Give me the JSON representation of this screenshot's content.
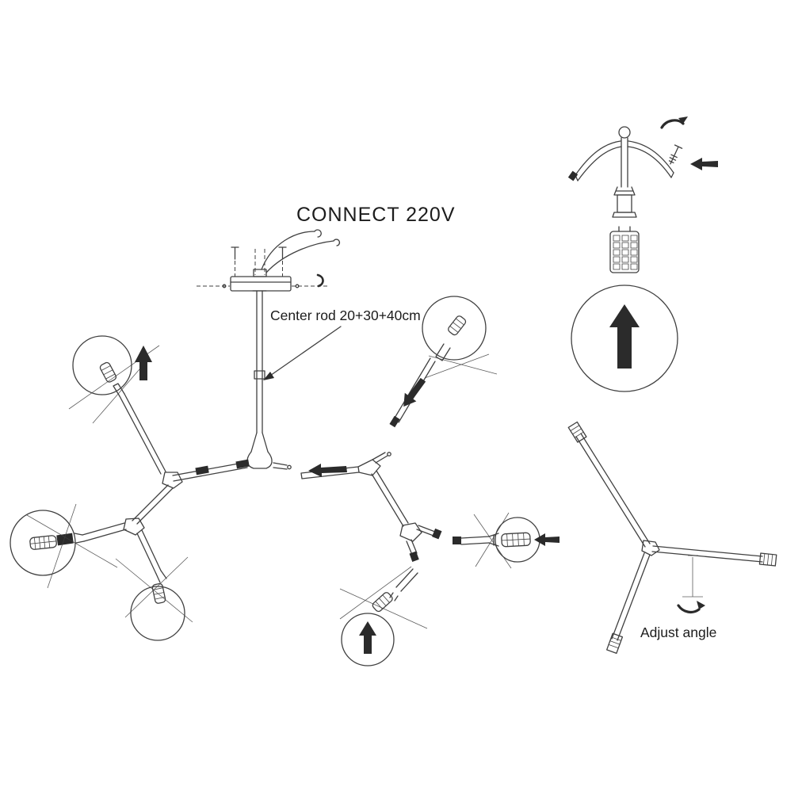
{
  "colors": {
    "line": "#404040",
    "dark": "#2b2b2b",
    "background": "#ffffff",
    "text": "#1c1c1c"
  },
  "labels": {
    "title": "CONNECT 220V",
    "center_rod": "Center rod 20+30+40cm",
    "adjust_angle": "Adjust angle"
  },
  "icons": {
    "insert_up_arrow": "filled-up-arrow",
    "slide_left_arrow": "filled-left-arrow",
    "insert_diagonal_arrow": "filled-diagonal-arrow",
    "rotate_arrow": "curved-arrow",
    "up_arrow_circle": "filled-up-arrow-in-circle"
  }
}
